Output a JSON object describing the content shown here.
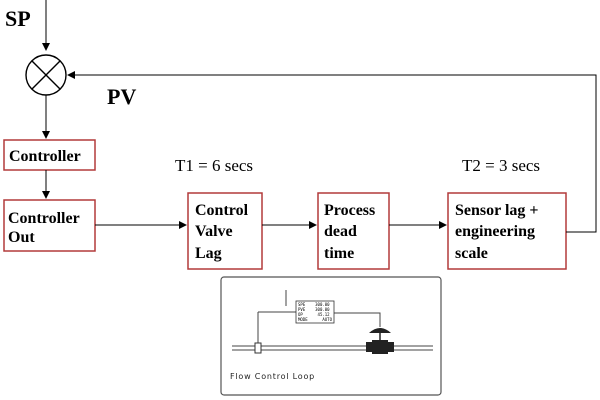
{
  "labels": {
    "sp": "SP",
    "pv": "PV",
    "t1": "T1 = 6 secs",
    "t2": "T2 = 3 secs"
  },
  "blocks": {
    "controller": {
      "line1": "Controller"
    },
    "controller_out": {
      "line1": "Controller",
      "line2": "Out"
    },
    "valve_lag": {
      "line1": "Control",
      "line2": "Valve",
      "line3": "Lag"
    },
    "dead_time": {
      "line1": "Process",
      "line2": "dead",
      "line3": "time"
    },
    "sensor_lag": {
      "line1": "Sensor lag +",
      "line2": "engineering",
      "line3": "scale"
    }
  },
  "inset": {
    "caption": "Flow Control Loop",
    "rows": [
      {
        "key": "SPE",
        "value": "300.00"
      },
      {
        "key": "PVE",
        "value": "300.00"
      },
      {
        "key": "OP",
        "value": "45.12"
      },
      {
        "key": "MODE",
        "value": "AUTO"
      }
    ]
  },
  "colors": {
    "block_border": "#b23a3a",
    "line": "#000000",
    "inset_border": "#555555",
    "inset_pipe": "#444444"
  }
}
